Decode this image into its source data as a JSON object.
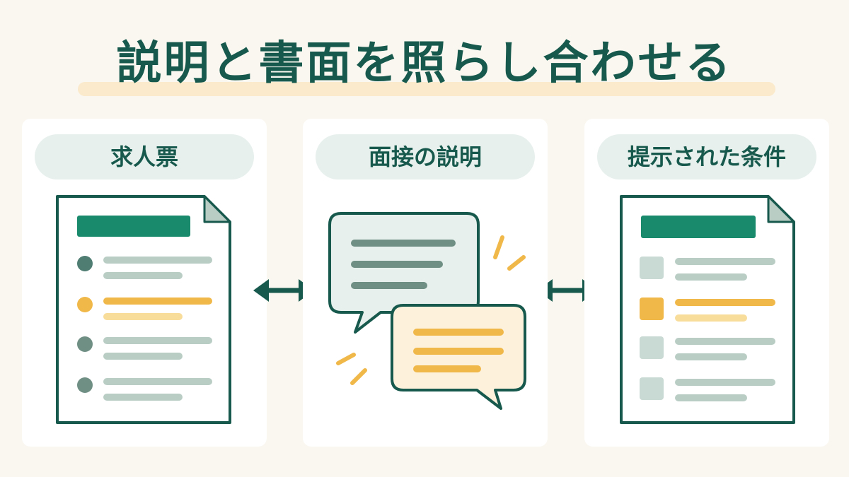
{
  "title": "説明と書面を照らし合わせる",
  "panels": [
    {
      "label": "求人票",
      "kind": "document-dots"
    },
    {
      "label": "面接の説明",
      "kind": "speech-bubbles"
    },
    {
      "label": "提示された条件",
      "kind": "document-squares"
    }
  ],
  "colors": {
    "dark_green": "#17594c",
    "teal": "#1a8a6d",
    "gray_green": "#6f8e84",
    "light_gray_green": "#b9cdc5",
    "amber": "#f0b849",
    "light_amber": "#f8dc9a",
    "pill_bg": "#e7f0ec",
    "page_bg": "#faf7f0"
  },
  "icons": [
    "document-icon",
    "speech-bubble-icon",
    "double-arrow-icon"
  ]
}
